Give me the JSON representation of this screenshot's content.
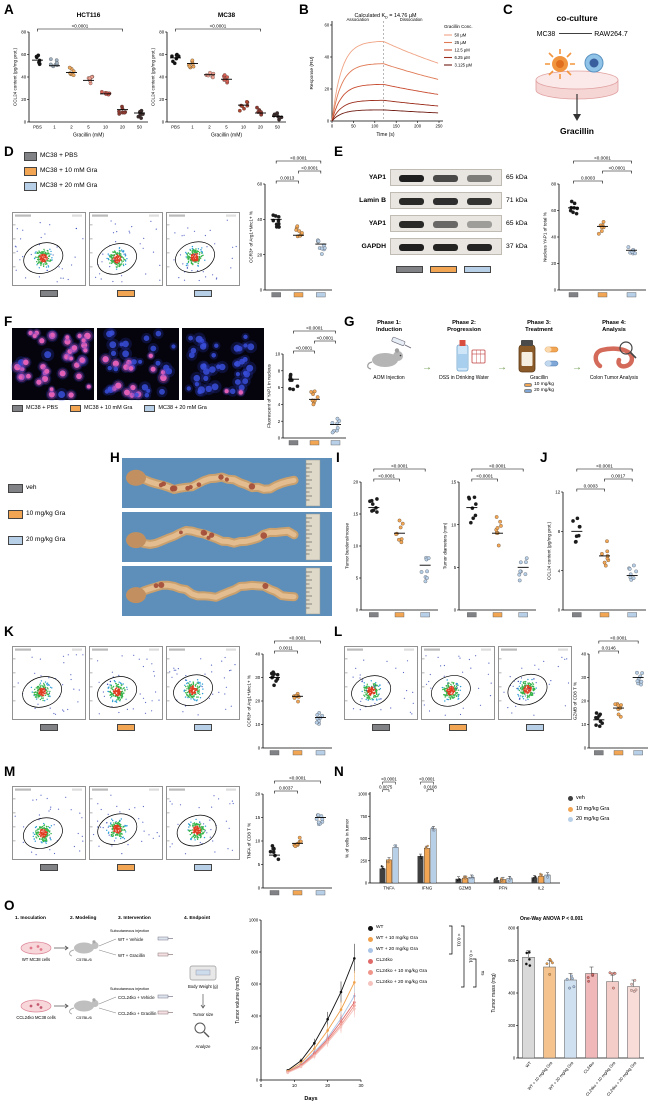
{
  "A": {
    "label": "A",
    "plots": [
      {
        "type": "dots",
        "seed": 11,
        "title": "HCT116",
        "ylabel": "CCL24 content (pg/mg prot.)",
        "xlabel": "Gracillin (mM)",
        "categories": [
          "PBS",
          "1",
          "2",
          "5",
          "10",
          "20",
          "50"
        ],
        "medians": [
          55,
          50,
          44,
          37,
          25,
          11,
          8
        ],
        "spread": 6,
        "n": 7,
        "ylim": [
          0,
          80
        ],
        "yticks": [
          0,
          20,
          40,
          60,
          80
        ],
        "point_colors": [
          "#111111",
          "#9fb0c0",
          "#eda75c",
          "#f0a090",
          "#d45f52",
          "#8f3a30",
          "#3d2b2b"
        ],
        "comparisons": [
          {
            "a": 0,
            "b": 5,
            "label": "<0.0001"
          }
        ]
      },
      {
        "type": "dots",
        "seed": 12,
        "title": "MC38",
        "ylabel": "CCL24 content (pg/mg prot.)",
        "xlabel": "Gracillin (mM)",
        "categories": [
          "PBS",
          "1",
          "2",
          "5",
          "10",
          "20",
          "50"
        ],
        "medians": [
          57,
          52,
          42,
          38,
          15,
          8,
          5
        ],
        "spread": 6,
        "n": 7,
        "ylim": [
          0,
          80
        ],
        "yticks": [
          0,
          20,
          40,
          60,
          80
        ],
        "point_colors": [
          "#111111",
          "#eda75c",
          "#f0a090",
          "#d45f52",
          "#b0452f",
          "#8f3a30",
          "#3d2b2b"
        ],
        "comparisons": [
          {
            "a": 0,
            "b": 5,
            "label": "<0.0001"
          }
        ]
      }
    ]
  },
  "B": {
    "label": "B",
    "chart": {
      "type": "spr",
      "title_pre": "Calculated K",
      "title_sub": "D",
      "title_post": " = 14.76 µM",
      "xlabel": "Time (s)",
      "ylabel": "Response (RU)",
      "assoc": "Association",
      "dissoc": "Dissociation",
      "legend_title": "Gracillin Conc.",
      "xlim": [
        0,
        250
      ],
      "xticks": [
        0,
        50,
        100,
        150,
        200,
        250
      ],
      "ylim": [
        0,
        60
      ],
      "yticks": [
        0,
        20,
        40,
        60
      ],
      "t_split": 120,
      "series": [
        {
          "name": "50 µM",
          "rmax": 50,
          "color": "#f0a384"
        },
        {
          "name": "25 µM",
          "rmax": 36,
          "color": "#e07a55"
        },
        {
          "name": "12.5 µM",
          "rmax": 23,
          "color": "#c94f33"
        },
        {
          "name": "6.25 µM",
          "rmax": 13,
          "color": "#9c2f1d"
        },
        {
          "name": "3.125 µM",
          "rmax": 7,
          "color": "#6e1a10"
        }
      ]
    }
  },
  "C": {
    "label": "C",
    "title": "co-culture",
    "cell1": "MC38",
    "cell2": "RAW264.7",
    "drug": "Gracillin"
  },
  "D": {
    "label": "D",
    "legend": [
      {
        "label": "MC38 + PBS",
        "color": "#808285"
      },
      {
        "label": "MC38 + 10 mM Gra",
        "color": "#f2a654"
      },
      {
        "label": "MC38 + 20 mM Gra",
        "color": "#b8cfe8"
      }
    ],
    "scatter": {
      "type": "dots",
      "seed": 21,
      "ylabel": "CCR3+ of Arg1+Mrc1+ %",
      "categories": [
        "",
        "",
        ""
      ],
      "medians": [
        40,
        31,
        26
      ],
      "spread": 6,
      "n": 9,
      "ylim": [
        0,
        60
      ],
      "yticks": [
        0,
        20,
        40,
        60
      ],
      "point_colors": [
        "#1a1a1a",
        "#f2a654",
        "#b8cfe8"
      ],
      "tab_colors": [
        "#808285",
        "#f2a654",
        "#b8cfe8"
      ],
      "comparisons": [
        {
          "a": 0,
          "b": 1,
          "label": "0.0013"
        },
        {
          "a": 1,
          "b": 2,
          "label": "<0.0001"
        },
        {
          "a": 0,
          "b": 2,
          "label": "<0.0001"
        }
      ]
    }
  },
  "E": {
    "label": "E",
    "blot": {
      "rows": [
        {
          "name": "YAP1",
          "kda": "65 kDa",
          "lanes": [
            0.95,
            0.75,
            0.5
          ]
        },
        {
          "name": "Lamin B",
          "kda": "71 kDa",
          "lanes": [
            0.9,
            0.88,
            0.85
          ]
        },
        {
          "name": "YAP1",
          "kda": "65 kDa",
          "lanes": [
            0.9,
            0.6,
            0.35
          ]
        },
        {
          "name": "GAPDH",
          "kda": "37 kDa",
          "lanes": [
            0.95,
            0.93,
            0.92
          ]
        }
      ],
      "tabs": [
        "#808285",
        "#f2a654",
        "#b8cfe8"
      ]
    },
    "scatter": {
      "type": "dots",
      "seed": 22,
      "ylabel": "Nucleus YAP1 of total %",
      "categories": [
        "",
        "",
        ""
      ],
      "medians": [
        62,
        48,
        30
      ],
      "spread": 7,
      "n": 8,
      "ylim": [
        0,
        80
      ],
      "yticks": [
        0,
        20,
        40,
        60,
        80
      ],
      "point_colors": [
        "#1a1a1a",
        "#f2a654",
        "#b8cfe8"
      ],
      "tab_colors": [
        "#808285",
        "#f2a654",
        "#b8cfe8"
      ],
      "comparisons": [
        {
          "a": 0,
          "b": 1,
          "label": "0.0003"
        },
        {
          "a": 1,
          "b": 2,
          "label": "<0.0001"
        },
        {
          "a": 0,
          "b": 2,
          "label": "<0.0001"
        }
      ]
    }
  },
  "F": {
    "label": "F",
    "images": [
      {
        "label": "MC38 + PBS",
        "color": "#808285",
        "pink": 0.85
      },
      {
        "label": "MC38 + 10 mM Gra",
        "color": "#f2a654",
        "pink": 0.45
      },
      {
        "label": "MC38 + 20 mM Gra",
        "color": "#b8cfe8",
        "pink": 0.08
      }
    ],
    "scatter": {
      "type": "dots",
      "seed": 23,
      "ylabel": "Fluorescent of YAP1 in nucleus",
      "categories": [
        "",
        "",
        ""
      ],
      "medians": [
        7,
        4.6,
        1.6
      ],
      "spread": 1.6,
      "n": 8,
      "ylim": [
        0,
        10
      ],
      "yticks": [
        0,
        2,
        4,
        6,
        8,
        10
      ],
      "point_colors": [
        "#1a1a1a",
        "#f2a654",
        "#b8cfe8"
      ],
      "tab_colors": [
        "#808285",
        "#f2a654",
        "#b8cfe8"
      ],
      "comparisons": [
        {
          "a": 0,
          "b": 1,
          "label": "<0.0001"
        },
        {
          "a": 1,
          "b": 2,
          "label": "<0.0001"
        },
        {
          "a": 0,
          "b": 2,
          "label": "<0.0001"
        }
      ]
    }
  },
  "G": {
    "label": "G",
    "arrow": "→",
    "phases": [
      {
        "title": "Phase 1:",
        "subtitle": "Induction",
        "caption": "AOM Injection"
      },
      {
        "title": "Phase 2:",
        "subtitle": "Progression",
        "caption": "DSS in Drinking Water"
      },
      {
        "title": "Phase 3:",
        "subtitle": "Treatment",
        "caption": "Gracillin",
        "doses": [
          {
            "label": "10 mg/kg",
            "color": "#f2a654"
          },
          {
            "label": "20 mg/kg",
            "color": "#7fa8d8"
          }
        ]
      },
      {
        "title": "Phase 4:",
        "subtitle": "Analysis",
        "caption": "Colon Tumor Analysis"
      }
    ]
  },
  "H": {
    "label": "H",
    "legend": [
      {
        "label": "veh",
        "color": "#808285"
      },
      {
        "label": "10 mg/kg Gra",
        "color": "#f2a654"
      },
      {
        "label": "20 mg/kg Gra",
        "color": "#b8cfe8"
      }
    ],
    "images": [
      {
        "tumors": 10
      },
      {
        "tumors": 6
      },
      {
        "tumors": 3
      }
    ]
  },
  "I": {
    "label": "I",
    "plots": [
      {
        "type": "dots",
        "seed": 31,
        "ylabel": "Tumor burdens/mouse",
        "categories": [
          "",
          "",
          ""
        ],
        "medians": [
          16,
          12,
          7
        ],
        "spread": 3,
        "n": 8,
        "ylim": [
          0,
          20
        ],
        "yticks": [
          0,
          5,
          10,
          15,
          20
        ],
        "point_colors": [
          "#1a1a1a",
          "#f2a654",
          "#b8cfe8"
        ],
        "tab_colors": [
          "#808285",
          "#f2a654",
          "#b8cfe8"
        ],
        "comparisons": [
          {
            "a": 0,
            "b": 1,
            "label": "<0.0001"
          },
          {
            "a": 0,
            "b": 2,
            "label": "<0.0001"
          }
        ]
      },
      {
        "type": "dots",
        "seed": 32,
        "ylabel": "Tumor diameters (mm)",
        "categories": [
          "",
          "",
          ""
        ],
        "medians": [
          12,
          9,
          5
        ],
        "spread": 2.4,
        "n": 8,
        "ylim": [
          0,
          15
        ],
        "yticks": [
          0,
          5,
          10,
          15
        ],
        "point_colors": [
          "#1a1a1a",
          "#f2a654",
          "#b8cfe8"
        ],
        "tab_colors": [
          "#808285",
          "#f2a654",
          "#b8cfe8"
        ],
        "comparisons": [
          {
            "a": 0,
            "b": 1,
            "label": "<0.0001"
          },
          {
            "a": 0,
            "b": 2,
            "label": "<0.0001"
          }
        ]
      }
    ]
  },
  "J": {
    "label": "J",
    "scatter": {
      "type": "dots",
      "seed": 33,
      "ylabel": "CCL24 content (pg/mg prot.)",
      "categories": [
        "",
        "",
        ""
      ],
      "medians": [
        8,
        5.5,
        3.5
      ],
      "spread": 1.8,
      "n": 8,
      "ylim": [
        0,
        12
      ],
      "yticks": [
        0,
        4,
        8,
        12
      ],
      "point_colors": [
        "#1a1a1a",
        "#f2a654",
        "#b8cfe8"
      ],
      "tab_colors": [
        "#808285",
        "#f2a654",
        "#b8cfe8"
      ],
      "comparisons": [
        {
          "a": 0,
          "b": 1,
          "label": "0.0003"
        },
        {
          "a": 1,
          "b": 2,
          "label": "0.0017"
        },
        {
          "a": 0,
          "b": 2,
          "label": "<0.0001"
        }
      ]
    }
  },
  "K": {
    "label": "K",
    "scatter": {
      "type": "dots",
      "seed": 41,
      "ylabel": "CCR3+ of Arg1+Mrc1+ %",
      "categories": [
        "",
        "",
        ""
      ],
      "medians": [
        30,
        22,
        13
      ],
      "spread": 4,
      "n": 9,
      "ylim": [
        0,
        40
      ],
      "yticks": [
        0,
        10,
        20,
        30,
        40
      ],
      "point_colors": [
        "#1a1a1a",
        "#f2a654",
        "#b8cfe8"
      ],
      "tab_colors": [
        "#808285",
        "#f2a654",
        "#b8cfe8"
      ],
      "comparisons": [
        {
          "a": 0,
          "b": 1,
          "label": "0.0011"
        },
        {
          "a": 0,
          "b": 2,
          "label": "<0.0001"
        }
      ]
    }
  },
  "L": {
    "label": "L",
    "scatter": {
      "type": "dots",
      "seed": 42,
      "ylabel": "GZMB of CD8 T %",
      "categories": [
        "",
        "",
        ""
      ],
      "medians": [
        12,
        17,
        30
      ],
      "spread": 4,
      "n": 9,
      "ylim": [
        0,
        40
      ],
      "yticks": [
        0,
        10,
        20,
        30,
        40
      ],
      "point_colors": [
        "#1a1a1a",
        "#f2a654",
        "#b8cfe8"
      ],
      "tab_colors": [
        "#808285",
        "#f2a654",
        "#b8cfe8"
      ],
      "comparisons": [
        {
          "a": 0,
          "b": 1,
          "label": "0.0146"
        },
        {
          "a": 0,
          "b": 2,
          "label": "<0.0001"
        }
      ]
    }
  },
  "M": {
    "label": "M",
    "scatter": {
      "type": "dots",
      "seed": 43,
      "ylabel": "TNFA of CD8 T %",
      "categories": [
        "",
        "",
        ""
      ],
      "medians": [
        7,
        9.5,
        15
      ],
      "spread": 2.2,
      "n": 9,
      "ylim": [
        0,
        20
      ],
      "yticks": [
        0,
        5,
        10,
        15,
        20
      ],
      "point_colors": [
        "#1a1a1a",
        "#f2a654",
        "#b8cfe8"
      ],
      "tab_colors": [
        "#808285",
        "#f2a654",
        "#b8cfe8"
      ],
      "comparisons": [
        {
          "a": 0,
          "b": 1,
          "label": "0.0037"
        },
        {
          "a": 0,
          "b": 2,
          "label": "<0.0001"
        }
      ]
    }
  },
  "N": {
    "label": "N",
    "chart": {
      "type": "nbars",
      "ylabel": "% of cells in tumor",
      "categories": [
        "TNFA",
        "IFNG",
        "GZMB",
        "PFN",
        "IL2"
      ],
      "ylim": [
        0,
        1000
      ],
      "yticks": [
        0,
        250,
        500,
        750,
        1000
      ],
      "series": [
        {
          "name": "veh",
          "color": "#3f3f3f",
          "values": [
            160,
            300,
            45,
            30,
            60
          ]
        },
        {
          "name": "10 mg/kg Gra",
          "color": "#f2a654",
          "values": [
            260,
            390,
            55,
            40,
            75
          ]
        },
        {
          "name": "20 mg/kg Gra",
          "color": "#b8cfe8",
          "values": [
            400,
            610,
            65,
            50,
            90
          ]
        }
      ],
      "annots": [
        {
          "cat": 0,
          "upper": "<0.0001",
          "lower": "0.0075",
          "lw": [
            0,
            1
          ]
        },
        {
          "cat": 1,
          "upper": "<0.0001",
          "lower": "0.0108",
          "lw": [
            1,
            2
          ]
        }
      ]
    }
  },
  "O": {
    "label": "O",
    "diagram": {
      "steps": [
        "1. Inoculation",
        "2. Modeling",
        "3. Intervention",
        "4. Endpoint"
      ],
      "cell_labels": [
        "WT MC38 cells",
        "CCL24ko MC38 cells"
      ],
      "mouse": "C57BL/6",
      "inject": "Subcutaneous injection",
      "groups": [
        "WT + Vehicle",
        "WT + Gracillin",
        "CCL24ko + Vehicle",
        "CCL24ko + Gracillin"
      ],
      "endpoint": [
        "Body Weight (g)",
        "Tumor size",
        "Analyze"
      ]
    },
    "line": {
      "type": "oline",
      "ylabel": "Tumor volume (mm3)",
      "xlabel": "Days",
      "xlim": [
        0,
        30
      ],
      "xticks": [
        0,
        10,
        20,
        30
      ],
      "ylim": [
        0,
        1000
      ],
      "yticks": [
        0,
        200,
        400,
        600,
        800,
        1000
      ],
      "x": [
        8,
        12,
        16,
        20,
        24,
        28
      ],
      "series": [
        {
          "name": "WT",
          "color": "#111111",
          "values": [
            60,
            120,
            230,
            380,
            550,
            760
          ]
        },
        {
          "name": "WT + 10 mg/kg Gra",
          "color": "#f0a04a",
          "values": [
            55,
            105,
            195,
            310,
            440,
            610
          ]
        },
        {
          "name": "WT + 20 mg/kg Gra",
          "color": "#a9c4e6",
          "values": [
            50,
            95,
            175,
            265,
            385,
            525
          ]
        },
        {
          "name": "CL24ko",
          "color": "#e06a6a",
          "values": [
            50,
            92,
            165,
            255,
            365,
            485
          ]
        },
        {
          "name": "CL24ko + 10 mg/kg Gra",
          "color": "#f0958a",
          "values": [
            48,
            88,
            155,
            245,
            345,
            465
          ]
        },
        {
          "name": "CL24ko + 20 mg/kg Gra",
          "color": "#f5c3bd",
          "values": [
            45,
            82,
            148,
            235,
            332,
            445
          ]
        }
      ],
      "sig": [
        "< 0.01",
        "< 0.01",
        "ns"
      ]
    },
    "bars": {
      "type": "obars",
      "title": "One-Way ANOVA P < 0.001",
      "ylabel": "Tumor mass (mg)",
      "ylim": [
        0,
        800
      ],
      "yticks": [
        0,
        200,
        400,
        600,
        800
      ],
      "categories": [
        "WT",
        "WT + 10 mg/kg Gra",
        "WT + 20 mg/kg Gra",
        "CL24ko",
        "CL24ko + 10 mg/kg Gra",
        "CL24ko + 20 mg/kg Gra"
      ],
      "values": [
        620,
        560,
        480,
        520,
        470,
        440
      ],
      "colors": [
        "#d9d9d9",
        "#f5c48e",
        "#cfe0f0",
        "#f0b8b8",
        "#f5cdc8",
        "#f8dcd8"
      ],
      "dot_colors": [
        "#111111",
        "#f0a04a",
        "#a9c4e6",
        "#e06a6a",
        "#f0958a",
        "#f5c3bd"
      ]
    }
  }
}
